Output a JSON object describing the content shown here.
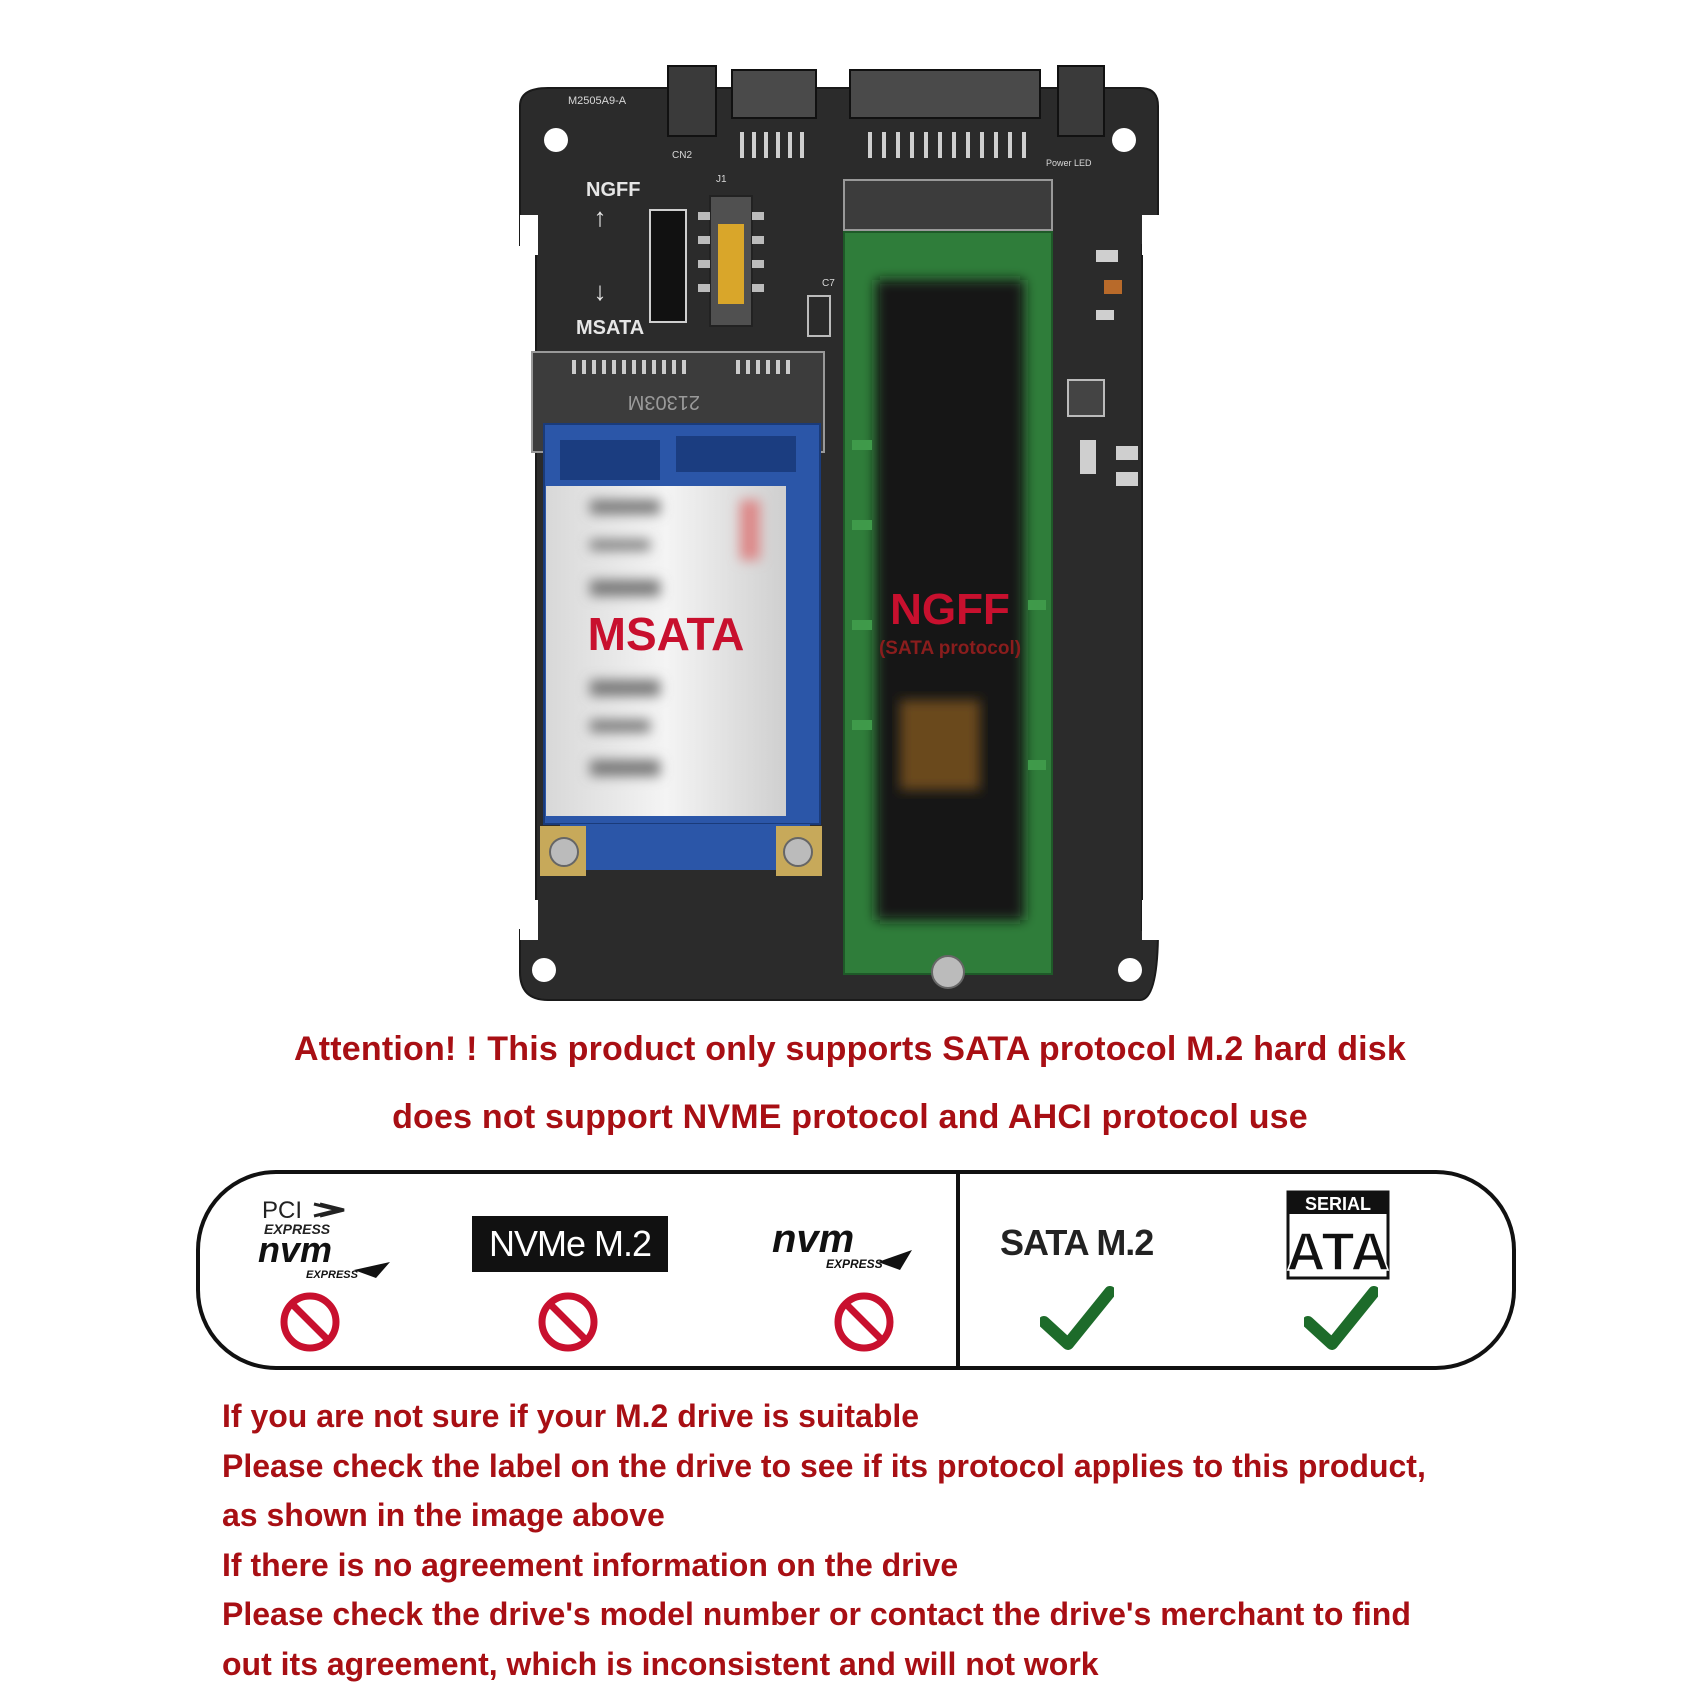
{
  "board": {
    "silkscreen": {
      "model": "M2505A9-A",
      "ngff": "NGFF",
      "msata": "MSATA",
      "cn2": "CN2",
      "j1": "J1",
      "c7": "C7",
      "power_led": "Power LED",
      "connector_code": "21303M"
    },
    "msata_label": "MSATA",
    "ngff_label": "NGFF",
    "ngff_sublabel": "(SATA protocol)",
    "colors": {
      "pcb": "#2b2b2b",
      "accent_red": "#c8102e",
      "ssd_green": "#2f7d3a",
      "msata_blue": "#2b56a8"
    }
  },
  "attention": {
    "line1": "Attention! ! This product only supports SATA protocol M.2 hard disk",
    "line2": "does not support NVME protocol and AHCI protocol use"
  },
  "protocols": {
    "unsupported": [
      {
        "id": "pci-express-nvm",
        "logo_lines": [
          "PCI",
          "EXPRESS",
          "nvm",
          "EXPRESS"
        ],
        "status": "not-supported",
        "icon": "prohibited-icon"
      },
      {
        "id": "nvme-m2",
        "logo_text": "NVMe M.2",
        "status": "not-supported",
        "icon": "prohibited-icon"
      },
      {
        "id": "nvm-express",
        "logo_lines": [
          "nvm",
          "EXPRESS"
        ],
        "status": "not-supported",
        "icon": "prohibited-icon"
      }
    ],
    "supported": [
      {
        "id": "sata-m2",
        "logo_text": "SATA M.2",
        "status": "supported",
        "icon": "checkmark-icon"
      },
      {
        "id": "serial-ata",
        "logo_lines": [
          "SERIAL",
          "ATA"
        ],
        "status": "supported",
        "icon": "checkmark-icon"
      }
    ],
    "colors": {
      "prohibited": "#c8102e",
      "check": "#1d6b2a",
      "nvme_bg": "#111111"
    }
  },
  "notes": [
    "If you are not sure if your M.2 drive is suitable",
    "Please check the label on the drive to see if its protocol applies to this product,",
    "as shown in the image above",
    "If there is no agreement information on the drive",
    "Please check the drive's model number or contact the drive's merchant to find",
    "out its agreement, which is inconsistent and will not work"
  ]
}
